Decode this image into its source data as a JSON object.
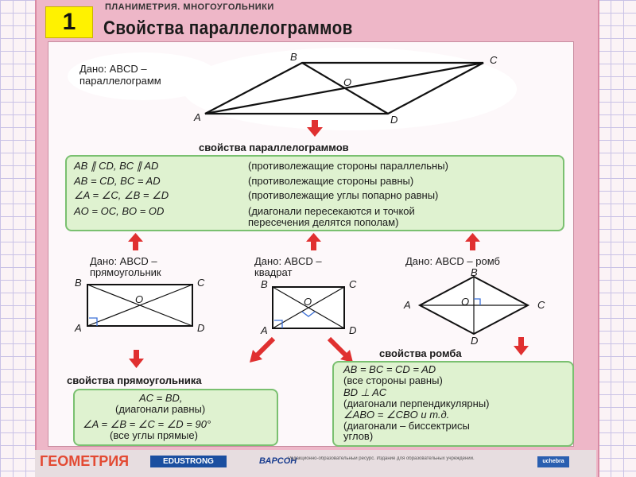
{
  "header": {
    "number": "1",
    "subtitle": "ПЛАНИМЕТРИЯ. МНОГОУГОЛЬНИКИ",
    "title": "Свойства параллелограммов"
  },
  "main_figure": {
    "given_line1": "Дано: ABCD –",
    "given_line2": "параллелограмм",
    "labels": {
      "A": "A",
      "B": "B",
      "C": "C",
      "D": "D",
      "O": "O"
    }
  },
  "properties": {
    "heading": "свойства параллелограммов",
    "rows": [
      {
        "formula": "AB ∥ CD,  BC ∥ AD",
        "description": "(противолежащие стороны параллельны)"
      },
      {
        "formula": "AB = CD,  BC = AD",
        "description": "(противолежащие стороны равны)"
      },
      {
        "formula": "∠A = ∠C,   ∠B = ∠D",
        "description": "(противолежащие углы попарно равны)"
      },
      {
        "formula": "AO = OC,  BO = OD",
        "description": "(диагонали пересекаются и точкой",
        "description2": "пересечения делятся пополам)"
      }
    ]
  },
  "rectangle": {
    "given_line1": "Дано: ABCD –",
    "given_line2": "прямоугольник",
    "labels": {
      "A": "A",
      "B": "B",
      "C": "C",
      "D": "D",
      "O": "O"
    },
    "heading": "свойства прямоугольника",
    "props": [
      "AC = BD,",
      "(диагонали равны)",
      "∠A = ∠B = ∠C = ∠D = 90°",
      "(все углы прямые)"
    ]
  },
  "square": {
    "given_line1": "Дано: ABCD –",
    "given_line2": "квадрат",
    "labels": {
      "A": "A",
      "B": "B",
      "C": "C",
      "D": "D",
      "O": "O"
    }
  },
  "rhombus": {
    "given": "Дано: ABCD – ромб",
    "labels": {
      "A": "A",
      "B": "B",
      "C": "C",
      "D": "D",
      "O": "O"
    },
    "heading": "свойства ромба",
    "props": [
      "AB = BC = CD = AD",
      "(все стороны равны)",
      "BD ⊥ AC",
      "(диагонали перпендикулярны)",
      "∠ABO = ∠CBO и т.д.",
      "(диагонали – биссектрисы",
      "углов)"
    ]
  },
  "footer": {
    "subject": "ГЕОМЕТРИЯ",
    "brand": "EDUSTRONG",
    "publisher": "ВАРСОН",
    "fine_print": "Редакционно-образовательный ресурс. Издание для образовательных учреждений.",
    "logo": "uchebra"
  },
  "colors": {
    "arrow": "#e03030",
    "box_fill": "#dff2d0",
    "box_border": "#7ac070",
    "badge": "#fff200"
  }
}
